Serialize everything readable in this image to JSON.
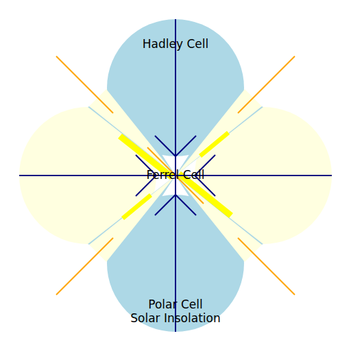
{
  "diagram": {
    "nodes": [
      {
        "text": [
          "Hadley Cell"
        ]
      },
      {
        "text": [
          "Polar Cell",
          "Solar Insolation"
        ]
      }
    ],
    "labels": [
      "Ferrel Cell"
    ]
  }
}
